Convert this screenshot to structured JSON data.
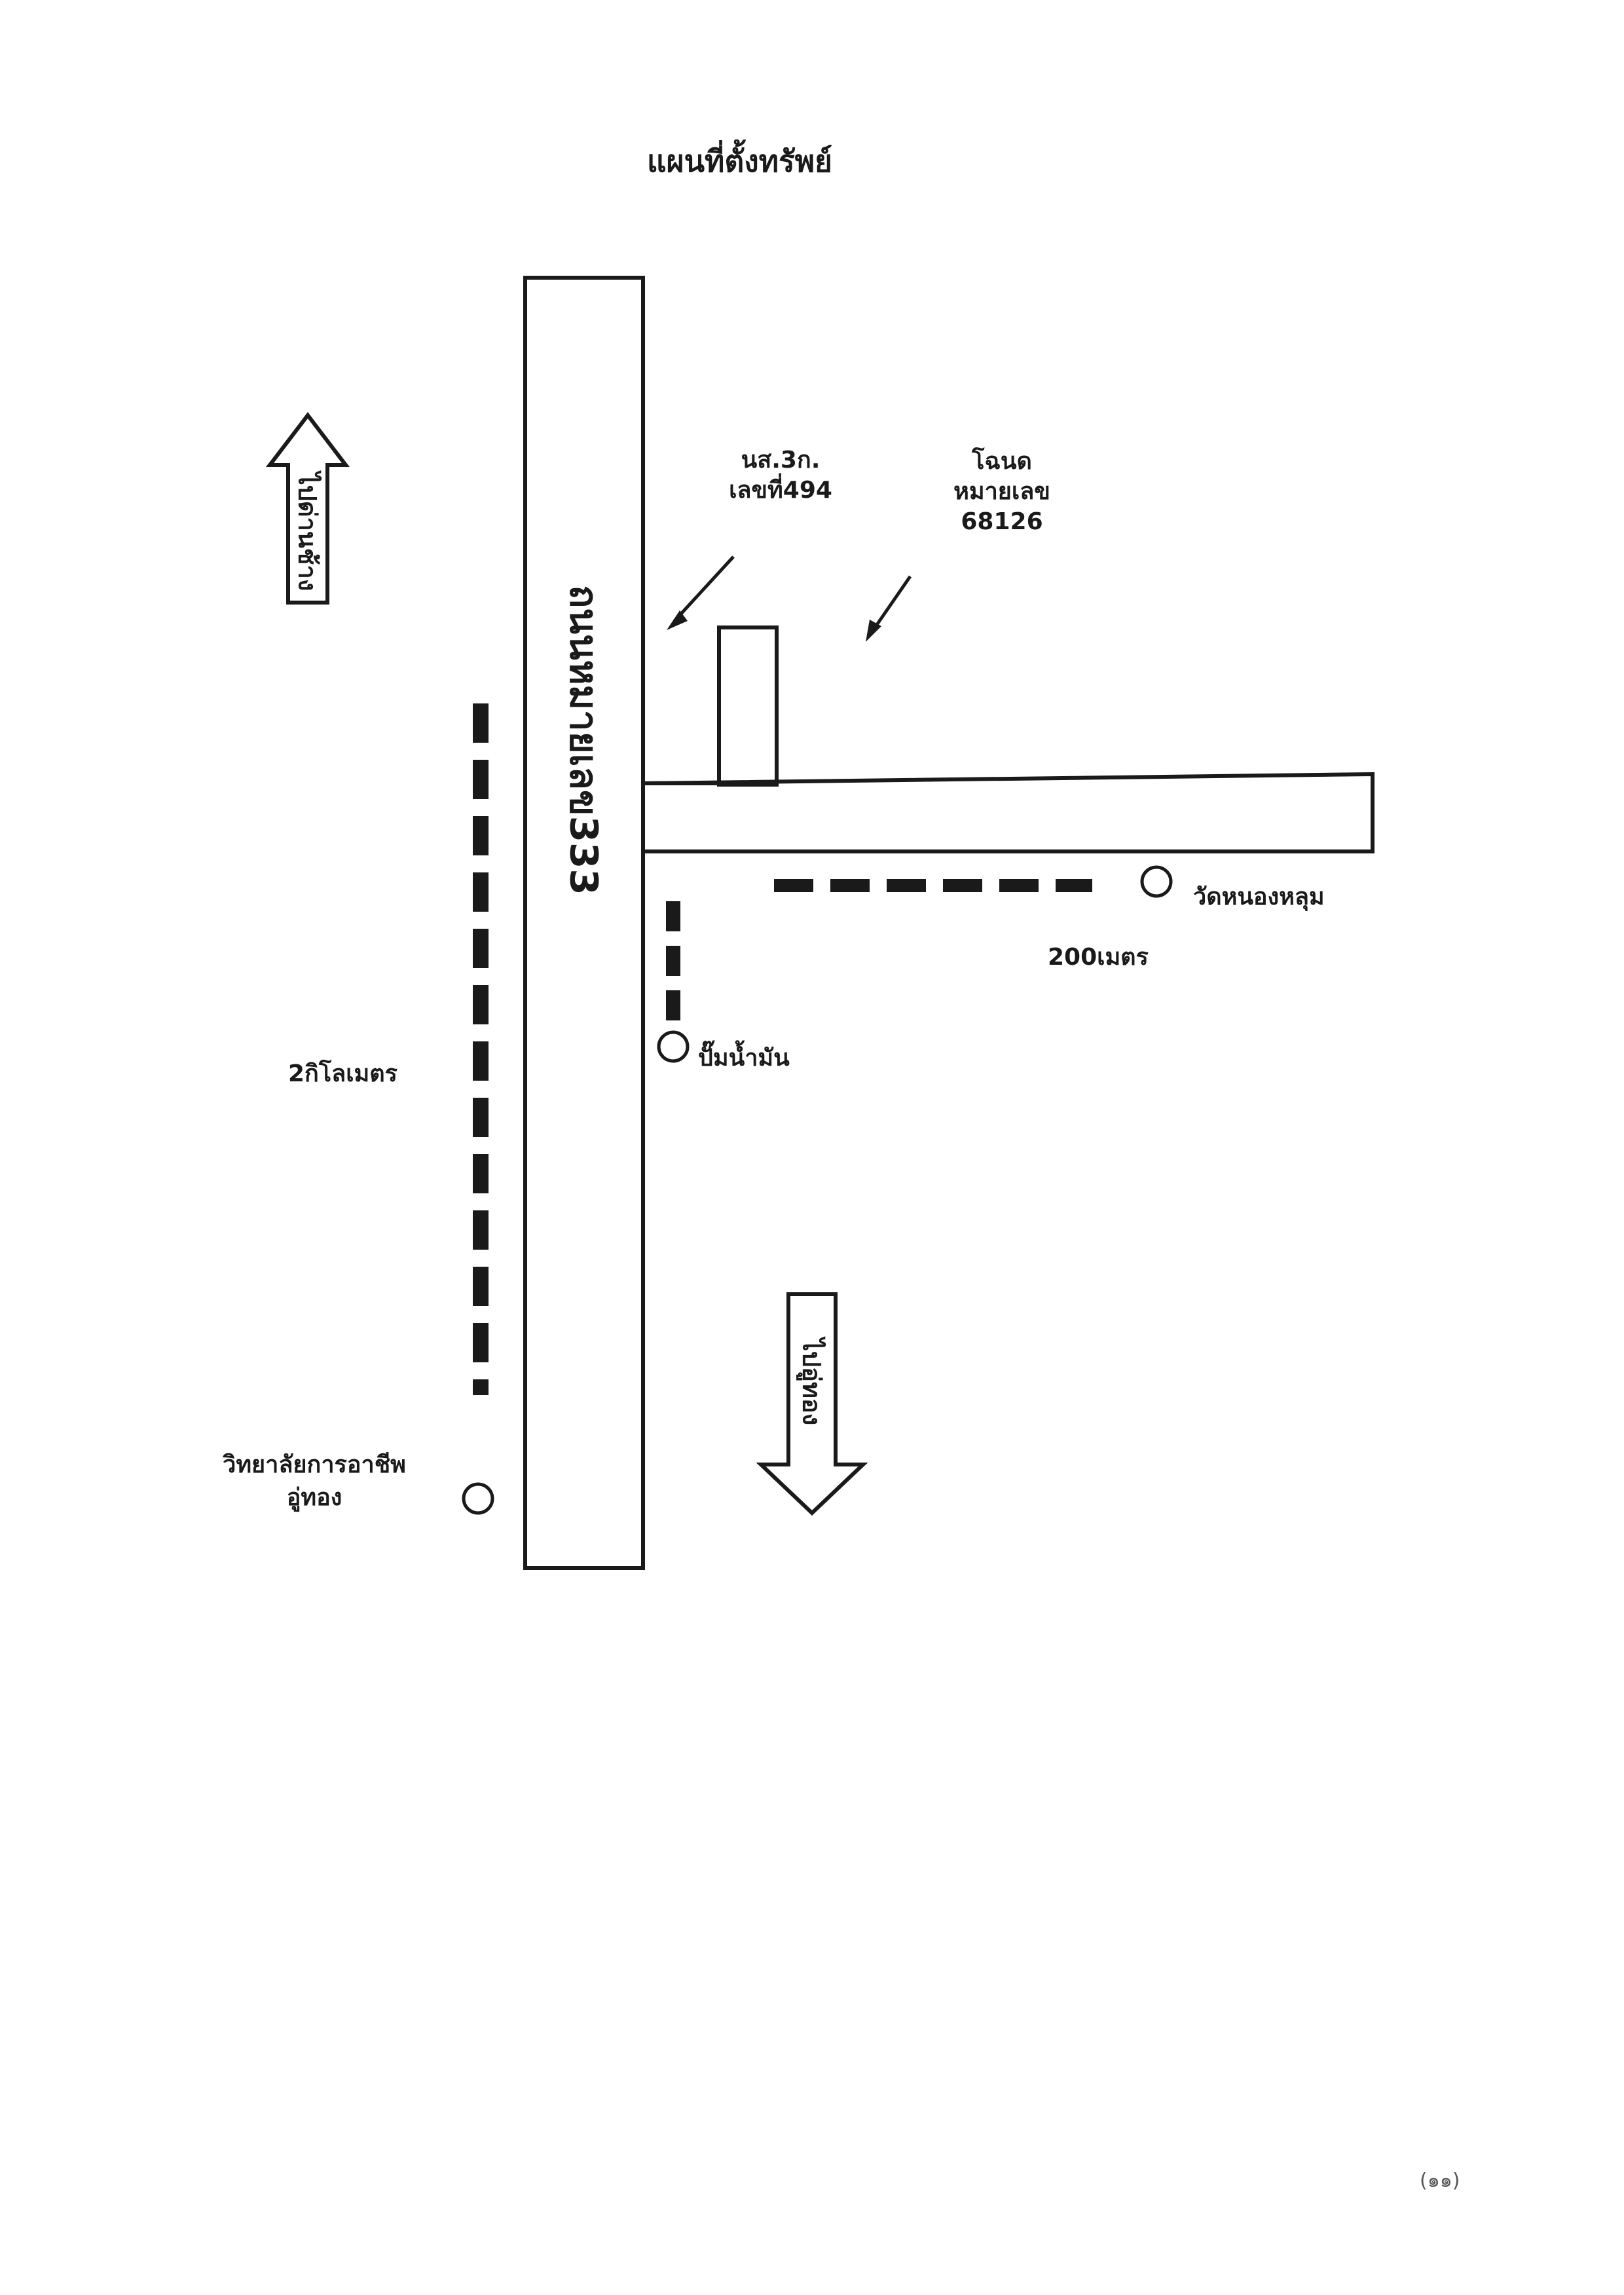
{
  "title": "แผนที่ตั้งทรัพย์",
  "highway": {
    "label": "ถนนหมายเลข333"
  },
  "plots": {
    "ns3k": {
      "line1": "นส.3ก.",
      "line2": "เลขที่494"
    },
    "chanote": {
      "line1": "โฉนด",
      "line2": "หมายเลข",
      "line3": "68126"
    }
  },
  "directions": {
    "north": "ไปด่านช้าง",
    "south": "ไปอู่ทอง"
  },
  "distances": {
    "two_km": "2กิโลเมตร",
    "two_hundred_m": "200เมตร"
  },
  "landmarks": {
    "temple": "วัดหนองหลุม",
    "gas_station": "ปั๊มน้ำมัน",
    "college_line1": "วิทยาลัยการอาชีพ",
    "college_line2": "อู่ทอง"
  },
  "footer": {
    "page_mark": "(๑๑)"
  },
  "colors": {
    "ink": "#1a1a1a",
    "page": "#ffffff"
  }
}
